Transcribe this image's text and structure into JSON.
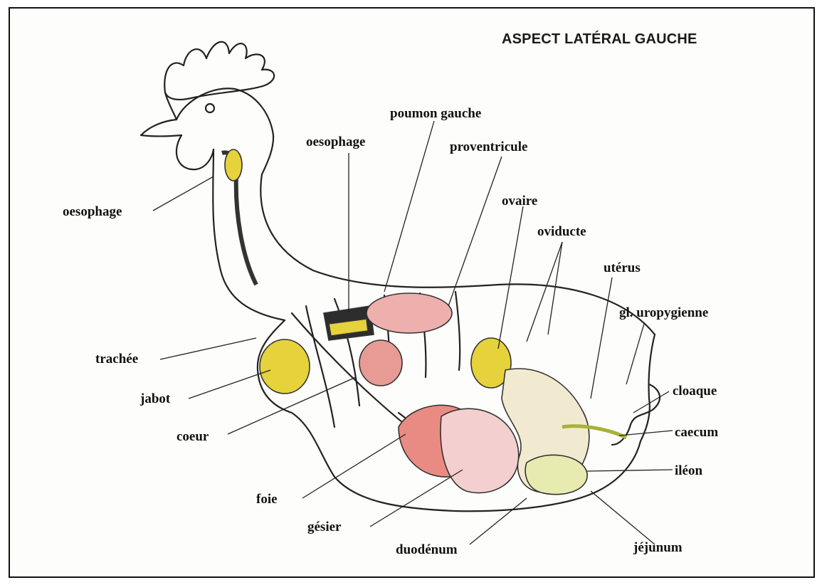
{
  "title": "ASPECT LATÉRAL GAUCHE",
  "labels": {
    "oesophage_neck": "oesophage",
    "oesophage_upper": "oesophage",
    "poumon_gauche": "poumon gauche",
    "proventricule": "proventricule",
    "ovaire": "ovaire",
    "oviducte": "oviducte",
    "uterus": "utérus",
    "gl_uropygienne": "gl. uropygienne",
    "trachee": "trachée",
    "jabot": "jabot",
    "coeur": "coeur",
    "foie": "foie",
    "gesier": "gésier",
    "duodenum": "duodénum",
    "cloaque": "cloaque",
    "caecum": "caecum",
    "ileon": "iléon",
    "jejunum": "jéjunum"
  },
  "colors": {
    "outline": "#222222",
    "yellow_organ": "#e6d23a",
    "pink_organ": "#eeb0ad",
    "dark_organ": "#2d2d2d",
    "intestine": "#f2ead0"
  }
}
